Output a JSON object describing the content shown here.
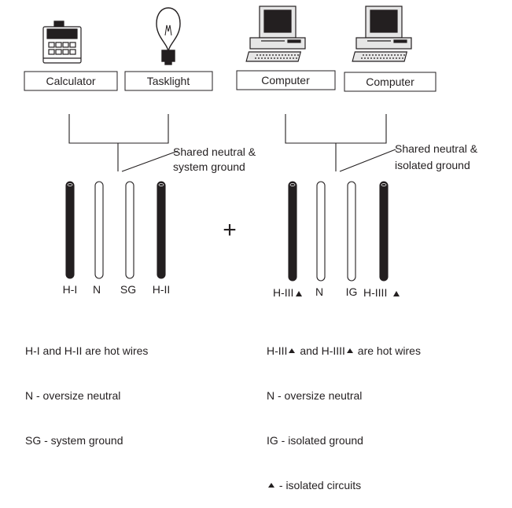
{
  "devices": {
    "calculator": "Calculator",
    "tasklight": "Tasklight",
    "computer_1": "Computer",
    "computer_2": "Computer"
  },
  "callouts": {
    "left_line1": "Shared neutral &",
    "left_line2": "system ground",
    "right_line1": "Shared neutral &",
    "right_line2": "isolated ground"
  },
  "plus_sign": "+",
  "left_wires": {
    "labels": [
      "H-I",
      "N",
      "SG",
      "H-II"
    ]
  },
  "right_wires": {
    "labels": [
      "H-III",
      "N",
      "IG",
      "H-IIII"
    ]
  },
  "legend_left": {
    "line1": "H-I and H-II are hot wires",
    "line2": "N - oversize neutral",
    "line3": "SG - system ground"
  },
  "legend_right": {
    "line1_a": "H-III",
    "line1_b": " and H-IIII",
    "line1_c": " are hot wires",
    "line2": "N - oversize neutral",
    "line3": "IG - isolated ground",
    "line4": " - isolated circuits"
  },
  "colors": {
    "ink": "#231f20",
    "hot_wire": "#231f20",
    "white_wire": "#ffffff"
  }
}
